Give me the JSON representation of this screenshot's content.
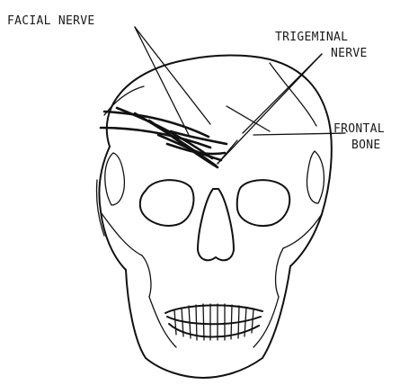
{
  "labels": {
    "facial_nerve": "FACIAL NERVE",
    "trigeminal_line1": "TRIGEMINAL",
    "trigeminal_line2": "NERVE",
    "frontal_line1": "FRONTAL",
    "frontal_line2": "BONE"
  },
  "colors": {
    "ink": "#111111",
    "background": "#ffffff"
  }
}
